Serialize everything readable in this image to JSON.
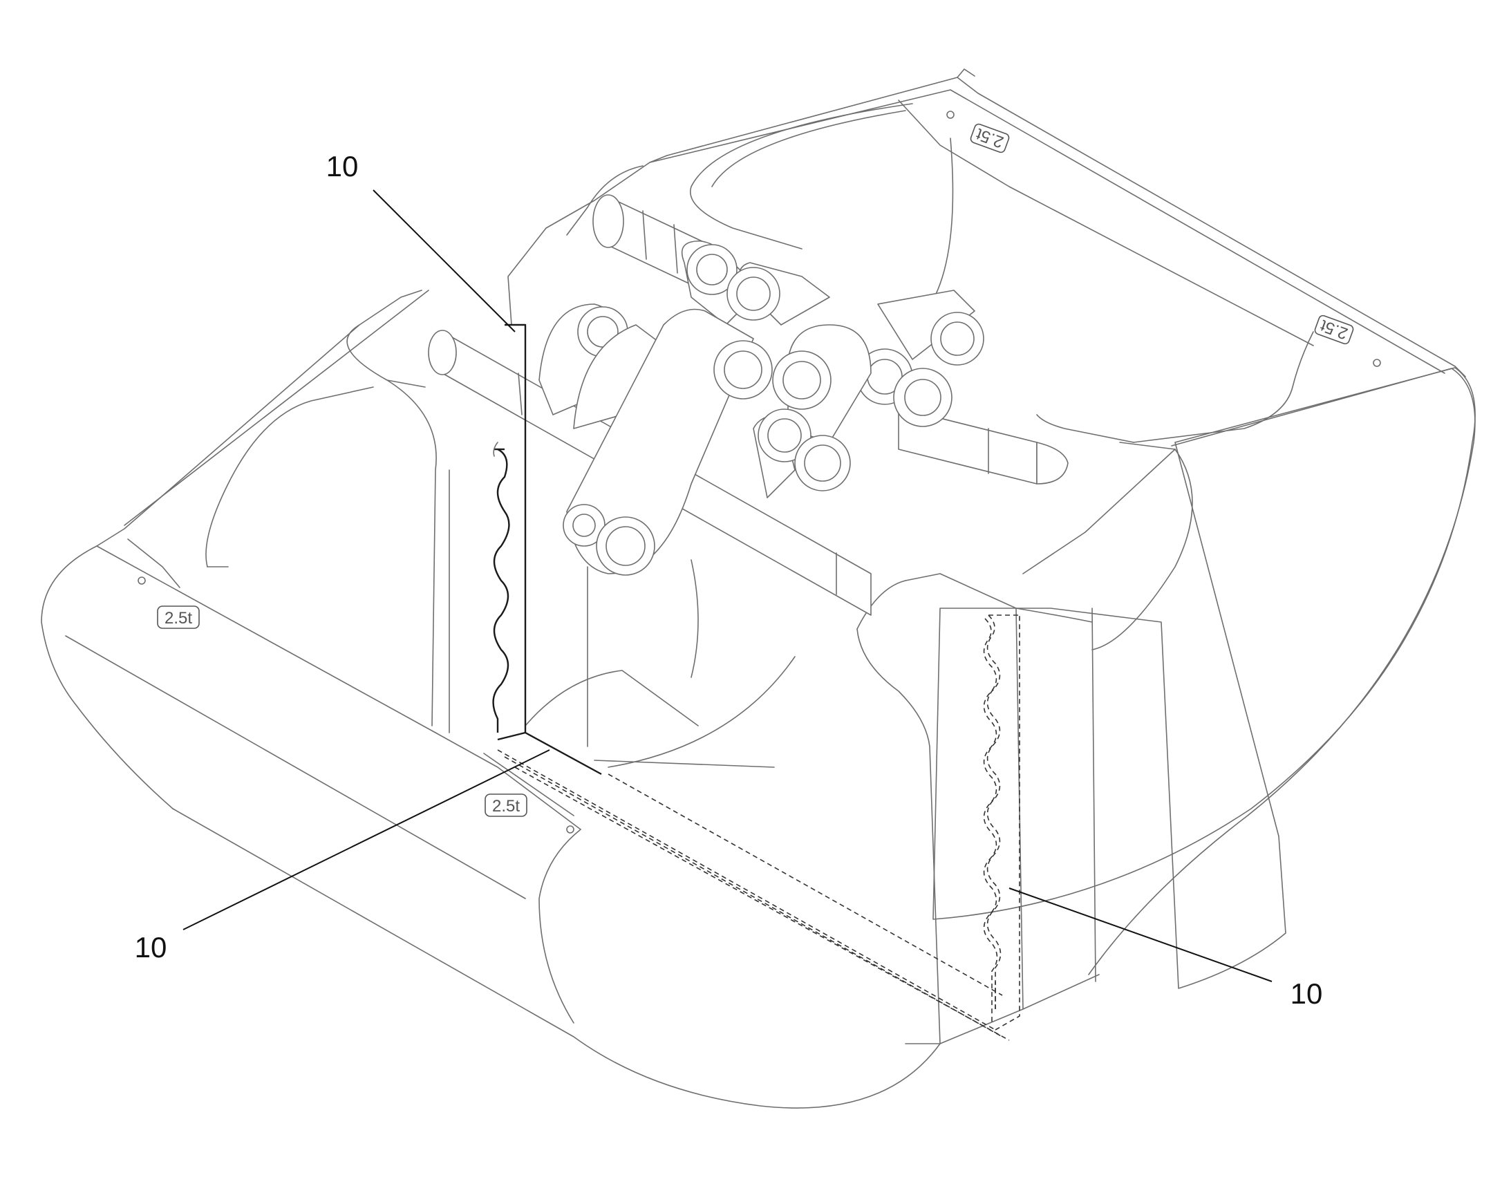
{
  "figure": {
    "reference_labels": [
      {
        "id": "callout-top-left",
        "text": "10"
      },
      {
        "id": "callout-bottom-left",
        "text": "10"
      },
      {
        "id": "callout-bottom-right",
        "text": "10"
      }
    ],
    "capacity_plates": [
      {
        "id": "plate-left-side",
        "text": "2.5t"
      },
      {
        "id": "plate-front",
        "text": "2.5t"
      },
      {
        "id": "plate-back-top",
        "text": "2.5t"
      },
      {
        "id": "plate-back-right",
        "text": "2.5t"
      }
    ]
  }
}
